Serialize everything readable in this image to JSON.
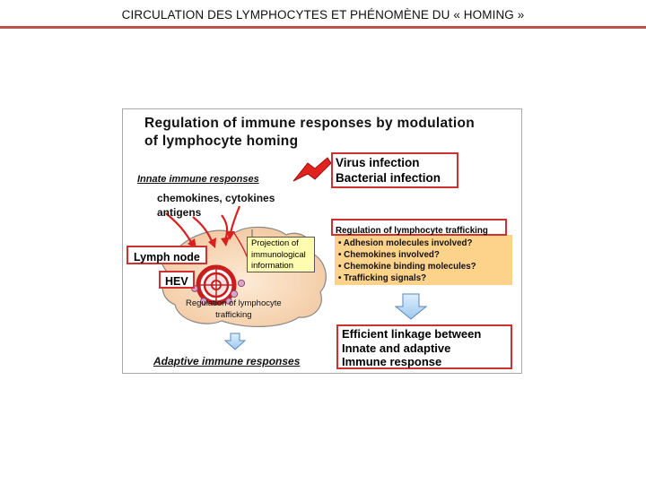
{
  "slide": {
    "title": "CIRCULATION DES LYMPHOCYTES ET PHÉNOMÈNE DU « HOMING »"
  },
  "figure": {
    "heading_line1": "Regulation of immune responses by modulation",
    "heading_line2": "of lymphocyte homing",
    "infection_line1": "Virus infection",
    "infection_line2": "Bacterial infection",
    "innate_label": "Innate immune responses",
    "signals_line1": "chemokines, cytokines",
    "signals_line2": "antigens",
    "lymph_node_label": "Lymph node",
    "hev_label": "HEV",
    "projection_line1": "Projection of",
    "projection_line2": "immunological",
    "projection_line3": "information",
    "trafficking_line1": "Regulation of lymphocyte",
    "trafficking_line2": "trafficking",
    "adaptive_label": "Adaptive immune responses",
    "regulation_box_label": "Regulation of lymphocyte trafficking",
    "questions": [
      "• Adhesion molecules involved?",
      "• Chemokines involved?",
      "• Chemokine binding molecules?",
      "• Trafficking signals?"
    ],
    "linkage_line1": "Efficient linkage between",
    "linkage_line2": "Innate and adaptive",
    "linkage_line3": "Immune response",
    "colors": {
      "accent_rule": "#c0504d",
      "red_border": "#d03030",
      "node_fill": "#f8d8b8",
      "question_fill": "#fdd28a",
      "yellow_box": "#fffbb0"
    }
  }
}
